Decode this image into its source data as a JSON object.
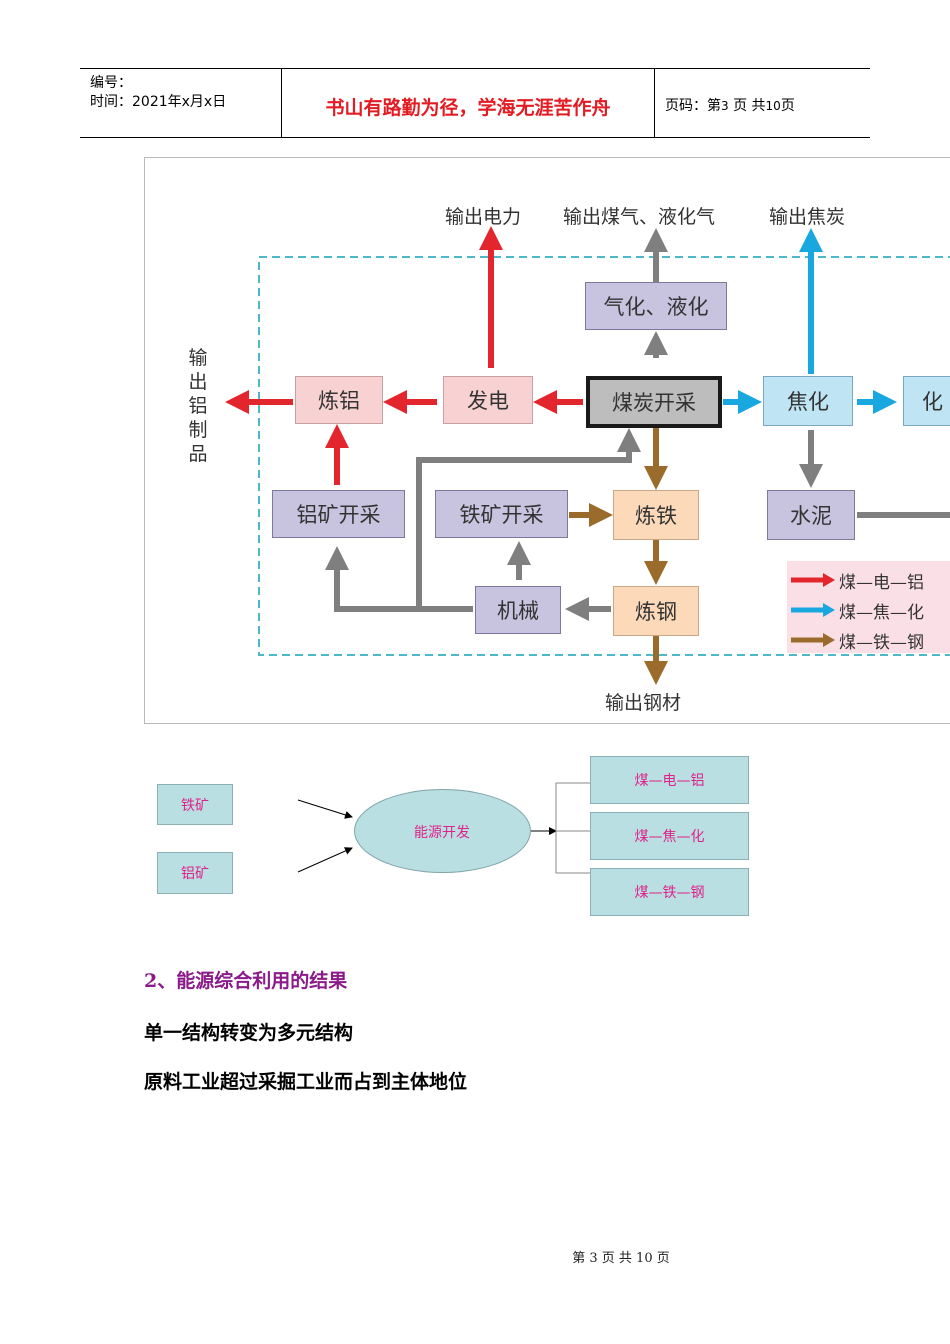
{
  "header": {
    "code_label": "编号：",
    "date_label": "时间：2021年x月x日",
    "motto": "书山有路勤为径，学海无涯苦作舟",
    "page_prefix": "页码：第",
    "page_current": "3",
    "page_mid": "页  共",
    "page_total": "10",
    "page_suffix": "页"
  },
  "flow": {
    "out_power": "输出电力",
    "out_gas": "输出煤气、液化气",
    "out_coke": "输出焦炭",
    "out_aluminum": "输出铝制品",
    "out_steel": "输出钢材",
    "gasify": "气化、液化",
    "coal": "煤炭开采",
    "coking": "焦化",
    "chem": "化",
    "power": "发电",
    "smelt_al": "炼铝",
    "al_mine": "铝矿开采",
    "fe_mine": "铁矿开采",
    "smelt_fe": "炼铁",
    "cement": "水泥",
    "machinery": "机械",
    "steel": "炼钢",
    "legend": [
      "煤—电—铝",
      "煤—焦—化",
      "煤—铁—钢"
    ],
    "colors": {
      "red": "#e3262e",
      "blue": "#18a7df",
      "brown": "#9a6b2a",
      "gray": "#7f7f7f",
      "dash": "#4fb8c8"
    }
  },
  "small": {
    "iron": "铁矿",
    "aluminum": "铝矿",
    "center": "能源开发",
    "outputs": [
      "煤—电—铝",
      "煤—焦—化",
      "煤—铁—钢"
    ]
  },
  "section_title": "2、能源综合利用的结果",
  "lines": [
    "单一结构转变为多元结构",
    "原料工业超过采掘工业而占到主体地位"
  ],
  "footer": "第 3 页 共 10 页"
}
